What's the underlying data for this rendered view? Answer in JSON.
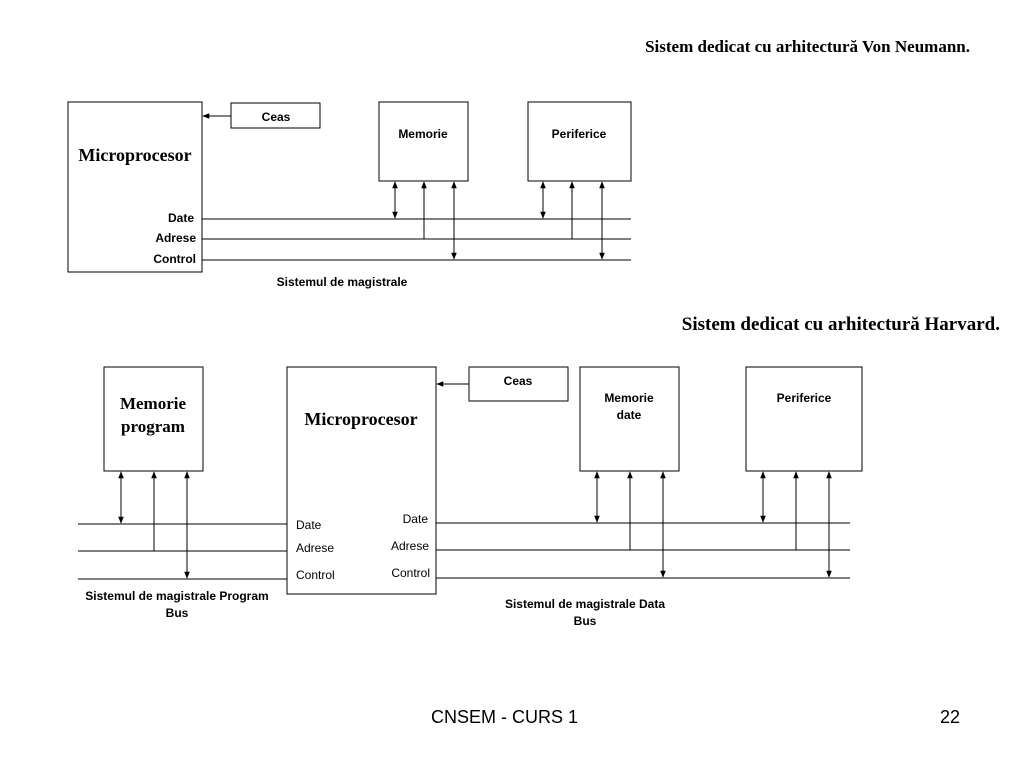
{
  "von_neumann": {
    "title": "Sistem dedicat cu arhitectură Von Neumann.",
    "cpu_label": "Microprocesor",
    "clock_label": "Ceas",
    "memory_label": "Memorie",
    "peripherals_label": "Periferice",
    "bus_date": "Date",
    "bus_adrese": "Adrese",
    "bus_control": "Control",
    "bus_system_label": "Sistemul de magistrale"
  },
  "harvard": {
    "title": "Sistem dedicat cu arhitectură Harvard.",
    "program_memory_label_1": "Memorie",
    "program_memory_label_2": "program",
    "cpu_label": "Microprocesor",
    "clock_label": "Ceas",
    "data_memory_label_1": "Memorie",
    "data_memory_label_2": "date",
    "peripherals_label": "Periferice",
    "left_date": "Date",
    "left_adrese": "Adrese",
    "left_control": "Control",
    "right_date": "Date",
    "right_adrese": "Adrese",
    "right_control": "Control",
    "program_bus_label_1": "Sistemul de magistrale Program",
    "program_bus_label_2": "Bus",
    "data_bus_label_1": "Sistemul de magistrale Data",
    "data_bus_label_2": "Bus"
  },
  "footer": {
    "course": "CNSEM - CURS 1",
    "page_number": "22"
  }
}
